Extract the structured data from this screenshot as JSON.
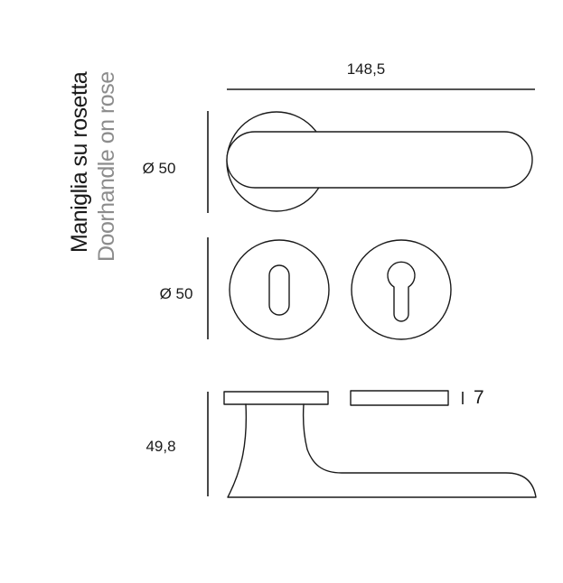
{
  "title": {
    "italian": "Maniglia su rosetta",
    "english": "Doorhandle on rose",
    "italian_color": "#1a1a1a",
    "english_color": "#8c8c8c"
  },
  "dimensions": {
    "handle_length": "148,5",
    "rose_diameter_top": "Ø 50",
    "rose_diameter_escutcheon": "Ø 50",
    "height": "49,8",
    "rose_thickness": "7"
  },
  "colors": {
    "line": "#1a1a1a",
    "background": "#ffffff"
  }
}
